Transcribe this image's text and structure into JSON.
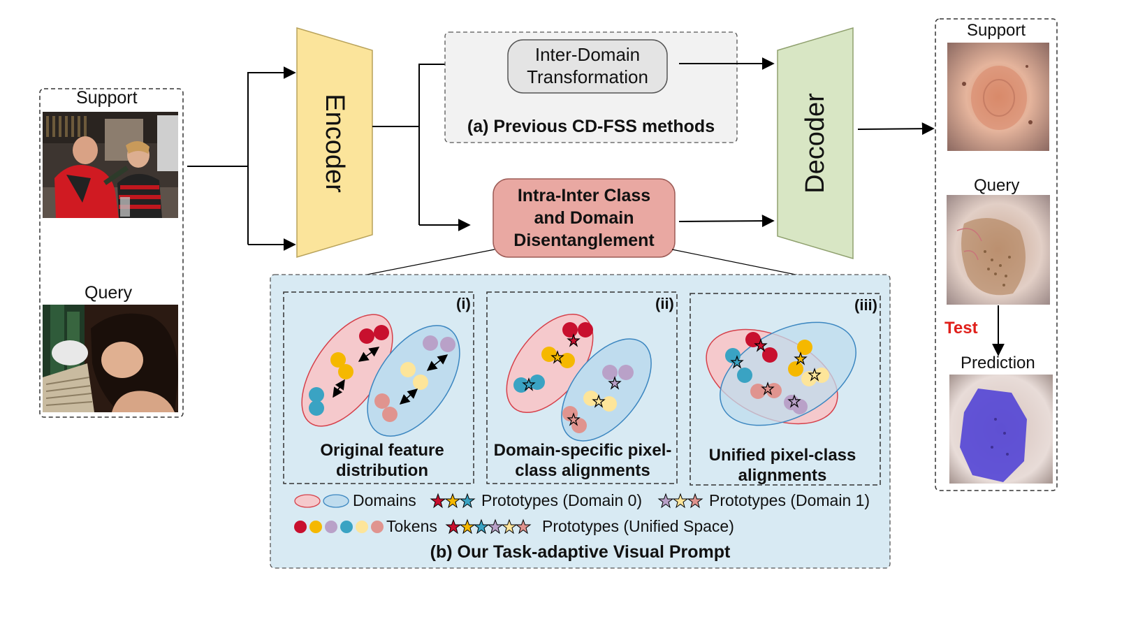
{
  "input": {
    "support_label": "Support",
    "query_label": "Query"
  },
  "encoder": {
    "label": "Encoder"
  },
  "decoder": {
    "label": "Decoder"
  },
  "previous": {
    "module_label_line1": "Inter-Domain",
    "module_label_line2": "Transformation",
    "caption": "(a) Previous CD-FSS methods"
  },
  "ours_module": {
    "line1": "Intra-Inter Class",
    "line2": "and Domain",
    "line3": "Disentanglement"
  },
  "panels": [
    {
      "tag": "(i)",
      "caption_line1": "Original feature",
      "caption_line2": "distribution"
    },
    {
      "tag": "(ii)",
      "caption_line1": "Domain-specific pixel-",
      "caption_line2": "class alignments"
    },
    {
      "tag": "(iii)",
      "caption_line1": "Unified pixel-class",
      "caption_line2": "alignments"
    }
  ],
  "legend": {
    "domains": "Domains",
    "prototypes_domain0": "Prototypes (Domain 0)",
    "prototypes_domain1": "Prototypes (Domain 1)",
    "tokens": "Tokens",
    "prototypes_unified": "Prototypes (Unified Space)"
  },
  "ours_caption": "(b) Our Task-adaptive Visual Prompt",
  "output": {
    "support_label": "Support",
    "query_label": "Query",
    "test_label": "Test",
    "prediction_label": "Prediction"
  },
  "colors": {
    "encoder_fill": "#fbe49b",
    "decoder_fill": "#d8e6c4",
    "module_fill": "#e9a8a2",
    "panel_bg": "#d8eaf3",
    "domain0_fill": "#f5c9cc",
    "domain1_fill": "#bfdcee",
    "token_red": "#c8102e",
    "token_yellow": "#f5b800",
    "token_purple": "#b9a1c8",
    "token_teal": "#3aa3c3",
    "token_cream": "#fde59a",
    "token_pink": "#e0948f",
    "test_red": "#e0201b",
    "mask_blue": "#4a3cd6"
  }
}
